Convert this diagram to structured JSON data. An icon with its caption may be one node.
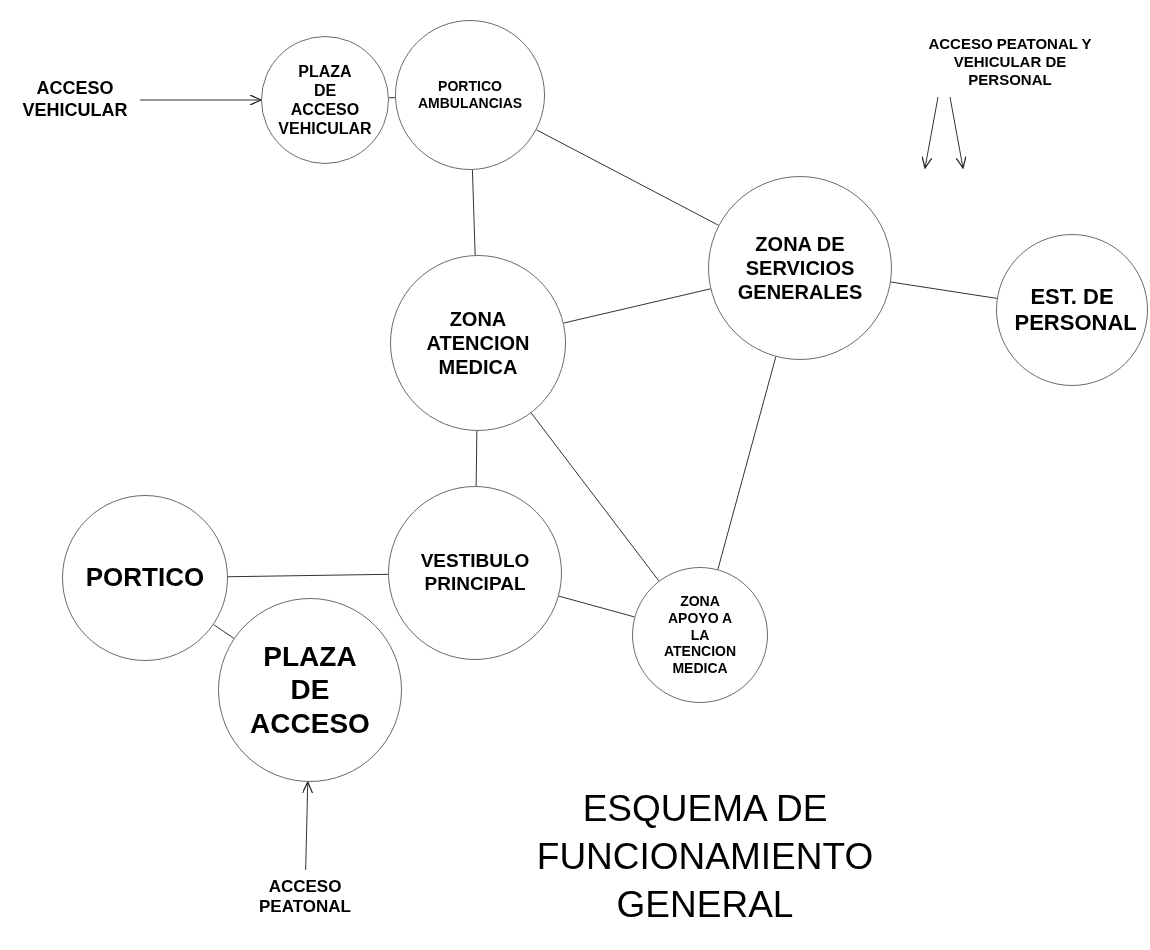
{
  "diagram": {
    "title": "ESQUEMA DE FUNCIONAMIENTO GENERAL",
    "nodes": [
      {
        "text": [
          "ACCESO VEHICULAR"
        ]
      },
      {
        "text": [
          "PLAZA DE ACCESO VEHICULAR"
        ]
      },
      {
        "text": [
          "PORTICO AMBULANCIAS"
        ]
      },
      {
        "text": [
          "ACCESO PEATONAL Y VEHICULAR DE PERSONAL"
        ]
      },
      {
        "text": [
          "ZONA DE SERVICIOS GENERALES"
        ]
      },
      {
        "text": [
          "EST. DE PERSONAL"
        ]
      },
      {
        "text": [
          "ZONA ATENCION MEDICA"
        ]
      },
      {
        "text": [
          "PORTICO"
        ]
      },
      {
        "text": [
          "VESTIBULO PRINCIPAL"
        ]
      },
      {
        "text": [
          "ZONA APOYO A LA ATENCION MEDICA"
        ]
      },
      {
        "text": [
          "PLAZA DE ACCESO"
        ]
      },
      {
        "text": [
          "ACCESO PEATONAL"
        ]
      }
    ],
    "edges": [
      {
        "from": 0,
        "to": 1,
        "arrow": "to"
      },
      {
        "from": 1,
        "to": 2,
        "arrow": "none"
      },
      {
        "from": 2,
        "to": 6,
        "arrow": "none"
      },
      {
        "from": 2,
        "to": 4,
        "arrow": "none"
      },
      {
        "from": 4,
        "to": 6,
        "arrow": "none"
      },
      {
        "from": 4,
        "to": 5,
        "arrow": "none"
      },
      {
        "from": 4,
        "to": 9,
        "arrow": "none"
      },
      {
        "from": 6,
        "to": 8,
        "arrow": "none"
      },
      {
        "from": 6,
        "to": 9,
        "arrow": "none"
      },
      {
        "from": 8,
        "to": 7,
        "arrow": "none"
      },
      {
        "from": 8,
        "to": 9,
        "arrow": "none"
      },
      {
        "from": 7,
        "to": 10,
        "arrow": "none"
      },
      {
        "from": 11,
        "to": 10,
        "arrow": "to"
      },
      {
        "from": 3,
        "to": null,
        "arrow": "to"
      },
      {
        "from": 3,
        "to": null,
        "arrow": "to"
      }
    ]
  }
}
